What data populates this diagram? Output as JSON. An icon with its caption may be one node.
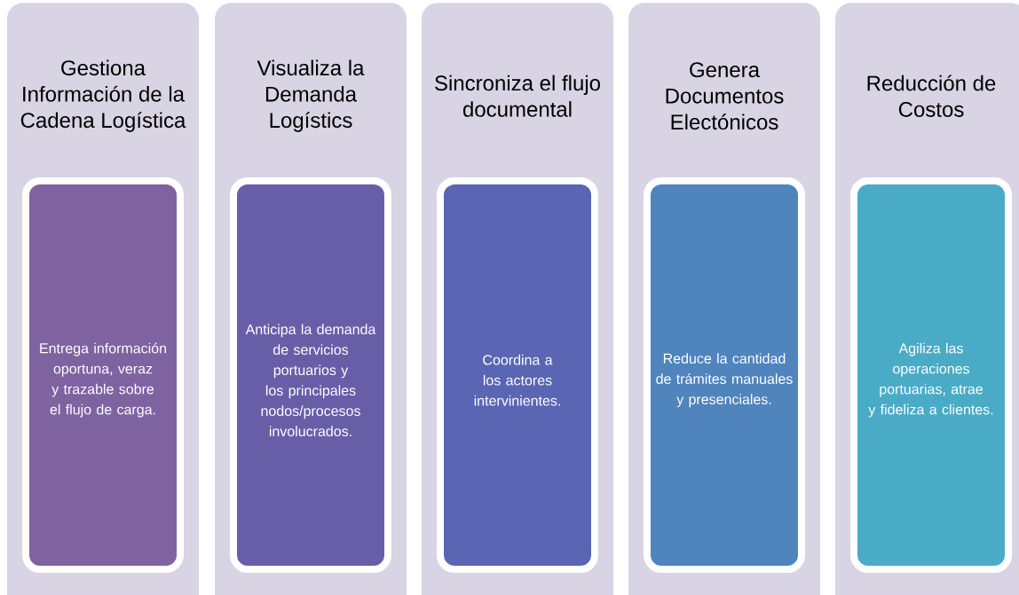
{
  "diagram": {
    "nodes": [
      {
        "text": [
          "Gestiona Información de la Cadena Logística"
        ]
      },
      {
        "text": [
          "Entrega información oportuna, veraz y trazable sobre el flujo de carga."
        ],
        "in": 0
      },
      {
        "text": [
          "Visualiza la Demanda Logístics"
        ]
      },
      {
        "text": [
          "Anticipa la demanda de servicios portuarios y los principales nodos/procesos involucrados."
        ],
        "in": 2
      },
      {
        "text": [
          "Sincroniza el flujo documental"
        ]
      },
      {
        "text": [
          "Coordina a los actores intervinientes."
        ],
        "in": 4
      },
      {
        "text": [
          "Genera Documentos Electónicos"
        ]
      },
      {
        "text": [
          "Reduce la cantidad de trámites manuales y presenciales."
        ],
        "in": 6
      },
      {
        "text": [
          "Reducción de Costos"
        ]
      },
      {
        "text": [
          "Agiliza las operaciones portuarias, atrae y fideliza a clientes."
        ],
        "in": 8
      }
    ]
  }
}
